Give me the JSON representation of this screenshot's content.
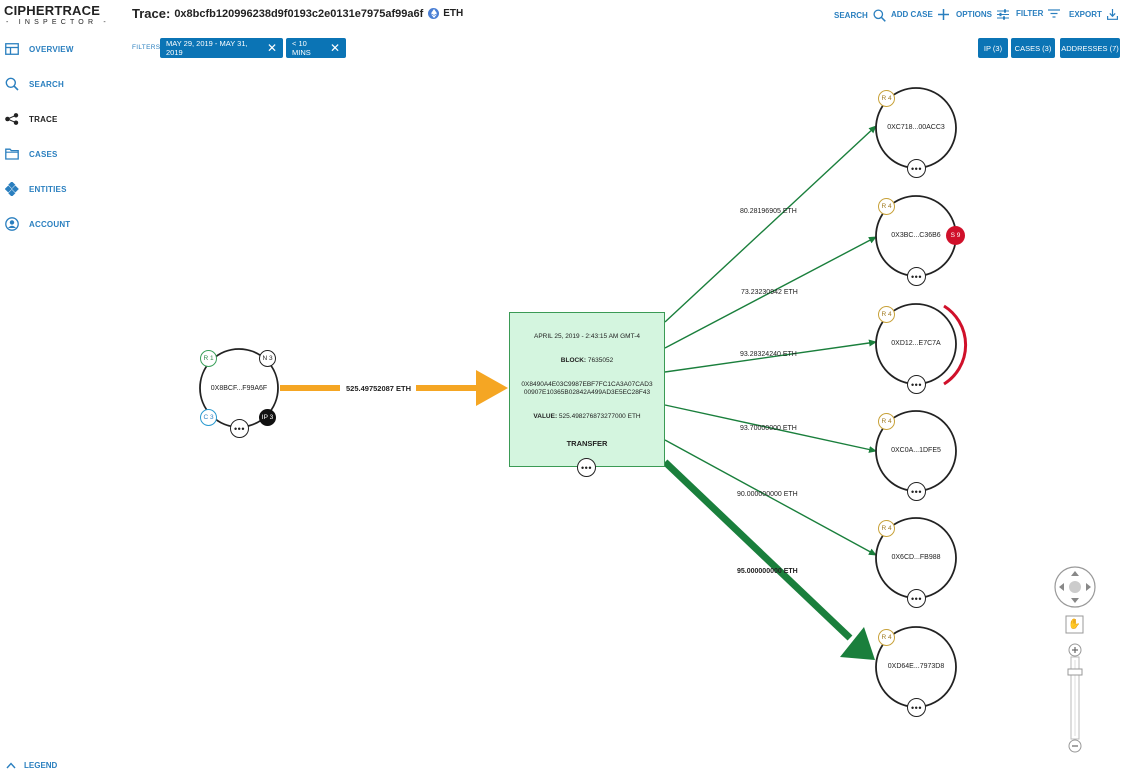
{
  "app": {
    "logo_main": "CIPHERTRACE",
    "logo_sub": "INSPECTOR"
  },
  "sidebar": {
    "items": [
      {
        "label": "OVERVIEW",
        "icon": "overview-icon"
      },
      {
        "label": "SEARCH",
        "icon": "search-icon"
      },
      {
        "label": "TRACE",
        "icon": "trace-icon",
        "active": true
      },
      {
        "label": "CASES",
        "icon": "folder-icon"
      },
      {
        "label": "ENTITIES",
        "icon": "entities-icon"
      },
      {
        "label": "ACCOUNT",
        "icon": "account-icon"
      }
    ],
    "legend_label": "LEGEND"
  },
  "header": {
    "title_prefix": "Trace:",
    "hash": "0x8bcfb120996238d9f0193c2e0131e7975af99a6f",
    "currency": "ETH",
    "actions": {
      "search": "SEARCH",
      "add_case": "ADD CASE",
      "options": "OPTIONS",
      "filter": "FILTER",
      "export": "EXPORT"
    }
  },
  "filters": {
    "label": "FILTERS:",
    "chips": [
      "MAY 29, 2019 - MAY 31, 2019",
      "< 10 MINS"
    ]
  },
  "right_buttons": {
    "ip": "IP (3)",
    "cases": "CASES (3)",
    "addresses": "ADDRESSES (7)"
  },
  "source_node": {
    "label": "0X8BCF...F99A6F",
    "badges": {
      "r": "R 1",
      "n": "N 3",
      "c": "C 3",
      "ip": "IP 3"
    }
  },
  "main_edge": {
    "amount": "525.49752087 ETH"
  },
  "transaction": {
    "date": "APRIL 25, 2019 - 2:43:15 AM GMT-4",
    "block_label": "BLOCK:",
    "block": "7635052",
    "hash_line1": "0X8490A4E03C9987EBF7FC1CA3A07CAD3",
    "hash_line2": "00907E10365B02842A499AD3E5EC28F43",
    "value_label": "VALUE:",
    "value": "525.498276873277000 ETH",
    "type": "TRANSFER"
  },
  "targets": [
    {
      "label": "0XC718...00ACC3",
      "badge": "R 4",
      "amount": "80.28196905 ETH"
    },
    {
      "label": "0X3BC...C36B6",
      "badge": "R 4",
      "amount": "73.23230942 ETH",
      "extra_badge": "S 9"
    },
    {
      "label": "0XD12...E7C7A",
      "badge": "R 4",
      "amount": "93.28324240 ETH"
    },
    {
      "label": "0XC0A...1DFE5",
      "badge": "R 4",
      "amount": "93.70000000 ETH"
    },
    {
      "label": "0X6CD...FB988",
      "badge": "R 4",
      "amount": "90.000000000 ETH"
    },
    {
      "label": "0XD64E...7973D8",
      "badge": "R 4",
      "amount": "95.000000000 ETH"
    }
  ],
  "colors": {
    "accent": "#0b74b5",
    "link": "#2a7fbf",
    "flow_orange": "#f5a623",
    "flow_green": "#1a7f3c",
    "tx_fill": "#d4f5df",
    "alert_red": "#d0102a",
    "badge_gold": "#c8a23a"
  }
}
